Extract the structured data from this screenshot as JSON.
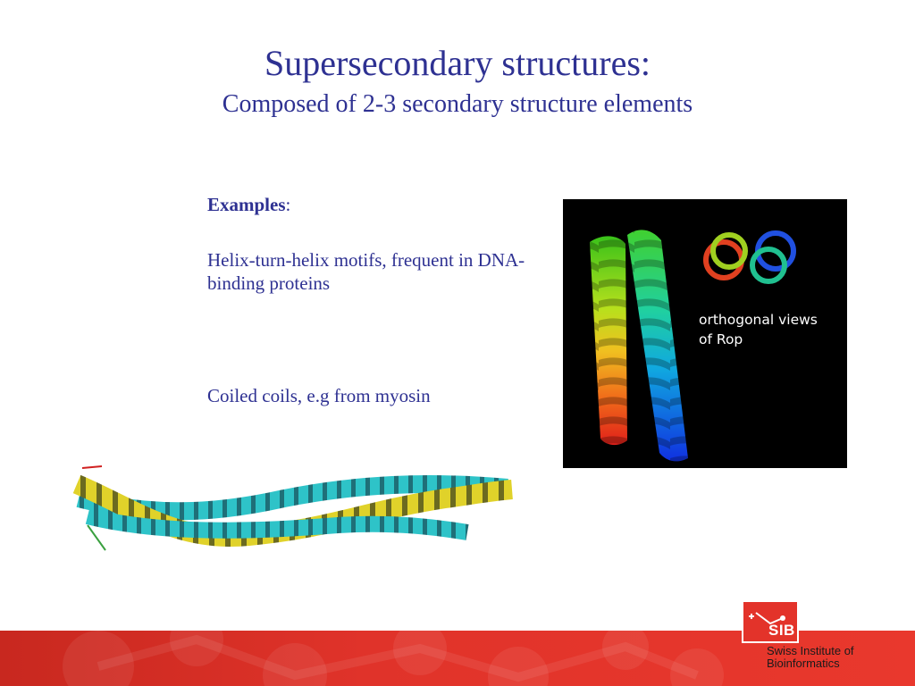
{
  "slide": {
    "title": "Supersecondary structures:",
    "subtitle": "Composed of 2-3 secondary structure elements",
    "examples_label": "Examples",
    "examples_colon": ":",
    "helix_turn_helix": "Helix-turn-helix motifs, frequent in DNA-binding proteins",
    "coiled_coils": "Coiled coils, e.g from myosin"
  },
  "rop_image": {
    "caption_line1": "orthogonal views",
    "caption_line2": "of Rop"
  },
  "logo": {
    "mark": "SIB",
    "name_line1": "Swiss Institute of",
    "name_line2": "Bioinformatics"
  },
  "colors": {
    "text": "#2e3192",
    "footer_red": "#e3332a",
    "panel_bg": "#000000"
  }
}
